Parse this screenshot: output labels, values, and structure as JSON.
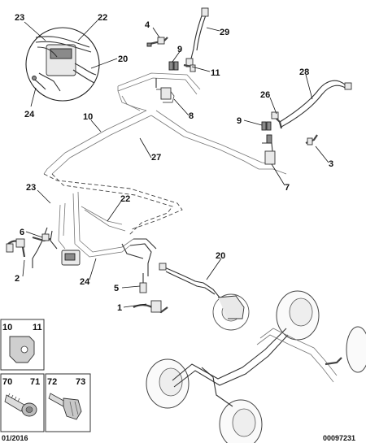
{
  "callouts": [
    "23",
    "22",
    "20",
    "24",
    "4",
    "29",
    "9",
    "11",
    "8",
    "28",
    "10",
    "27",
    "26",
    "9",
    "3",
    "7",
    "23",
    "22",
    "6",
    "2",
    "24",
    "20",
    "5",
    "1"
  ],
  "kits": [
    {
      "left": "10",
      "right": "11"
    },
    {
      "left": "70",
      "right": "71"
    },
    {
      "left": "72",
      "right": "73"
    }
  ],
  "footer": {
    "date": "01/2016",
    "ref": "00097231"
  }
}
